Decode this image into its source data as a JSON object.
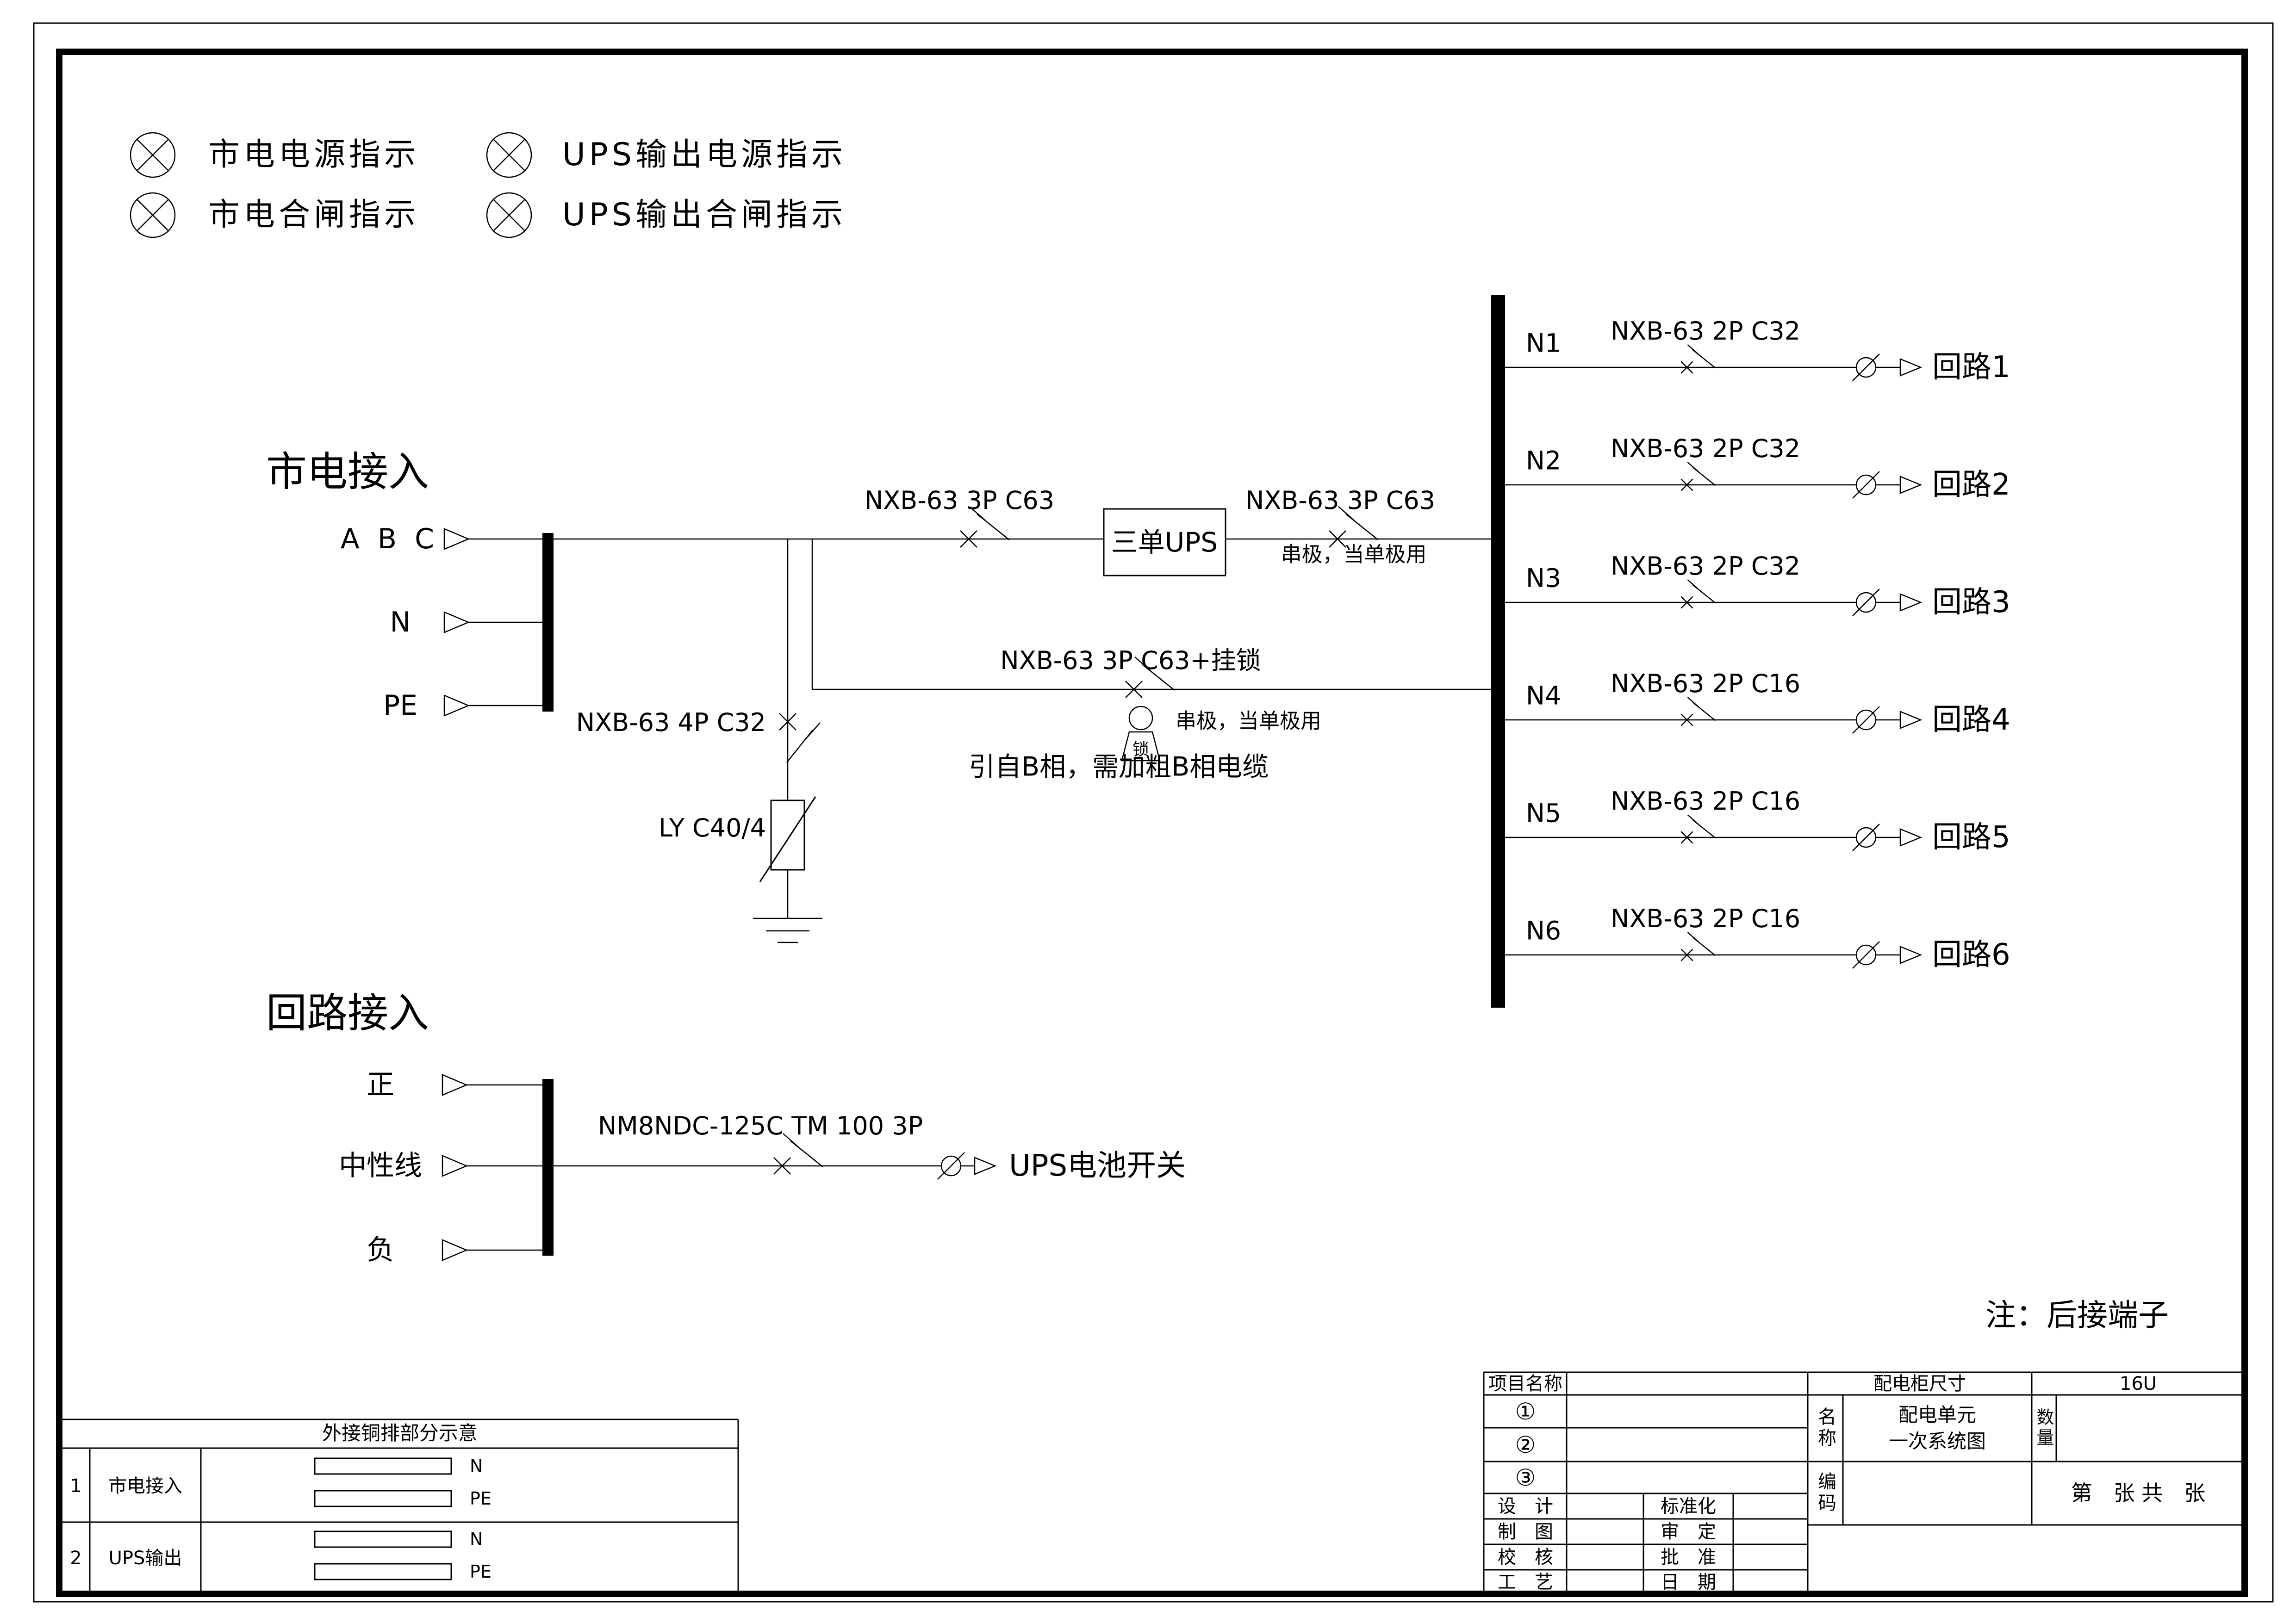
{
  "colors": {
    "line": "#000000",
    "background": "#ffffff"
  },
  "legend": {
    "items": [
      {
        "label": "市电电源指示"
      },
      {
        "label": "UPS输出电源指示"
      },
      {
        "label": "市电合闸指示"
      },
      {
        "label": "UPS输出合闸指示"
      }
    ]
  },
  "mains": {
    "title": "市电接入",
    "terminals": [
      {
        "label": "A B C"
      },
      {
        "label": "N"
      },
      {
        "label": "PE"
      }
    ],
    "ups_input_breaker": "NXB-63 3P C63",
    "ups_box_label": "三单UPS",
    "ups_output_breaker": "NXB-63 3P C63",
    "ups_output_note": "串极，当单极用",
    "spd_breaker": "NXB-63 4P C32",
    "spd_device": "LY C40/4",
    "bypass_breaker": "NXB-63 3P C63+挂锁",
    "bypass_note": "串极，当单极用",
    "padlock_label": "锁",
    "phase_b_note": "引自B相，需加粗B相电缆"
  },
  "outputs": {
    "rows": [
      {
        "id": "N1",
        "breaker": "NXB-63 2P C32",
        "circuit": "回路1"
      },
      {
        "id": "N2",
        "breaker": "NXB-63 2P C32",
        "circuit": "回路2"
      },
      {
        "id": "N3",
        "breaker": "NXB-63 2P C32",
        "circuit": "回路3"
      },
      {
        "id": "N4",
        "breaker": "NXB-63 2P C16",
        "circuit": "回路4"
      },
      {
        "id": "N5",
        "breaker": "NXB-63 2P C16",
        "circuit": "回路5"
      },
      {
        "id": "N6",
        "breaker": "NXB-63 2P C16",
        "circuit": "回路6"
      }
    ]
  },
  "battery": {
    "title": "回路接入",
    "terminals": [
      {
        "label": "正"
      },
      {
        "label": "中性线"
      },
      {
        "label": "负"
      }
    ],
    "breaker": "NM8NDC-125C TM 100 3P",
    "load": "UPS电池开关"
  },
  "note": "注：后接端子",
  "copper_table": {
    "title": "外接铜排部分示意",
    "rows": [
      {
        "no": "1",
        "name": "市电接入",
        "bars": [
          {
            "label": "N"
          },
          {
            "label": "PE"
          }
        ]
      },
      {
        "no": "2",
        "name": "UPS输出",
        "bars": [
          {
            "label": "N"
          },
          {
            "label": "PE"
          }
        ]
      }
    ]
  },
  "title_block": {
    "project_label": "项目名称",
    "item1": "①",
    "item2": "②",
    "item3": "③",
    "design_label": "设　计",
    "draft_label": "制　图",
    "check_label": "校　核",
    "process_label": "工　艺",
    "standard_label": "标准化",
    "review_label": "审　定",
    "approve_label": "批　准",
    "date_label": "日　期",
    "cabinet_size_label": "配电柜尺寸",
    "cabinet_size_value": "16U",
    "name_label": "名称",
    "name_line1": "配电单元",
    "name_line2": "一次系统图",
    "qty_label": "数量",
    "code_label": "编码",
    "sheet_label": "第　张 共　张"
  }
}
